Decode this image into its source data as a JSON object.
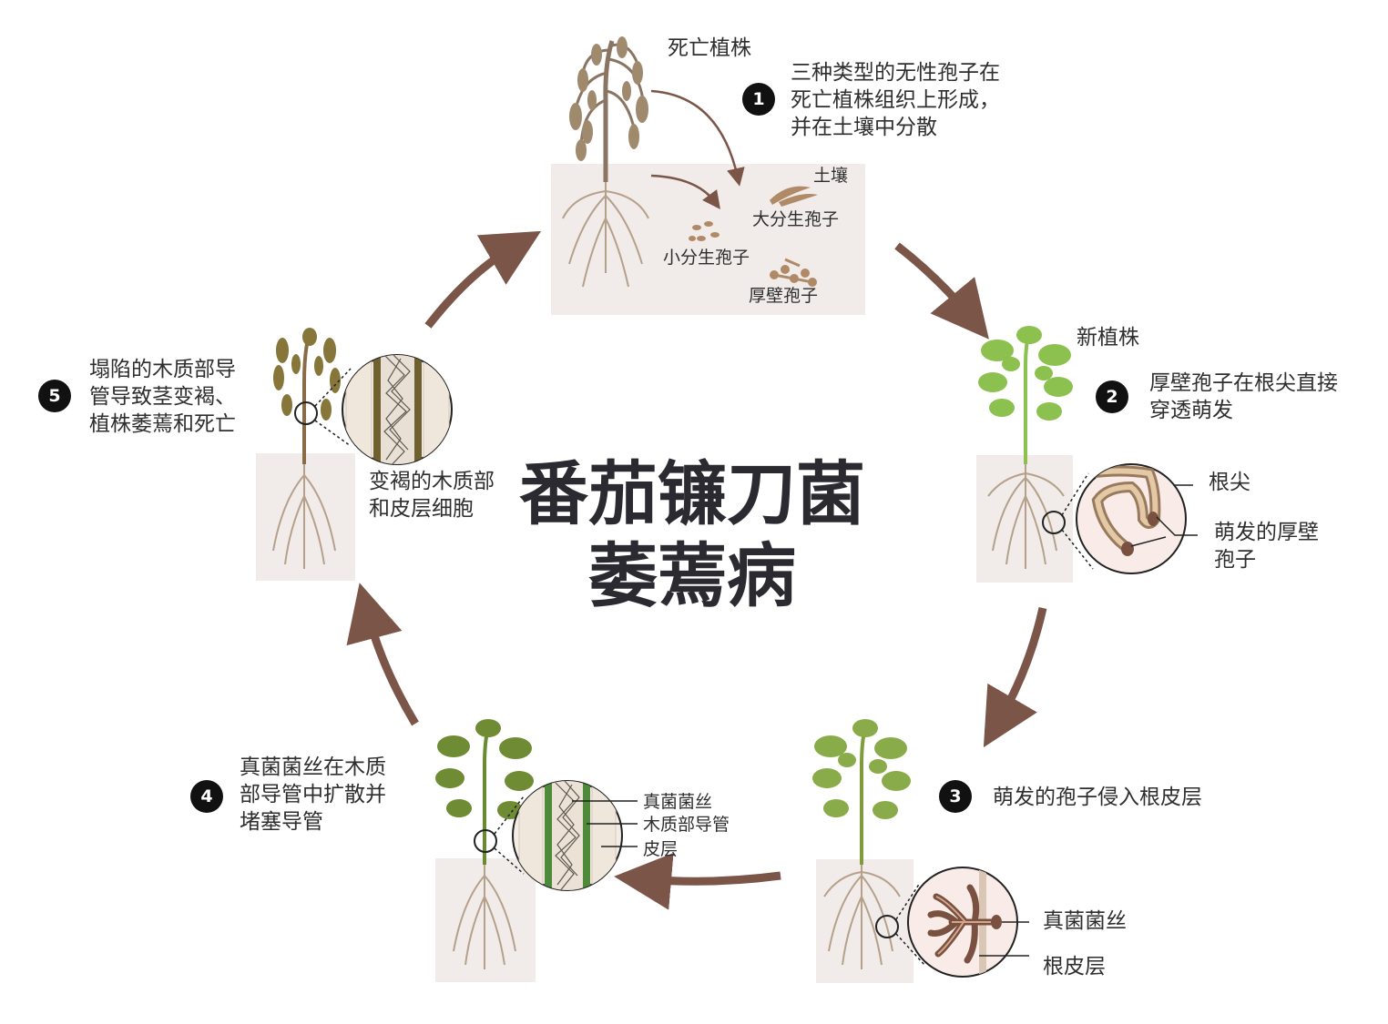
{
  "title": {
    "line1": "番茄镰刀菌",
    "line2": "萎蔫病"
  },
  "colors": {
    "arrow": "#7a5548",
    "soil_box": "#f1ecea",
    "dead_plant": "#8a7563",
    "healthy_leaf": "#8cc04f",
    "green_leaf_dark": "#6a8a2f",
    "root": "#b5a08a",
    "xylem_green": "#4f8a3a",
    "brown_xylem": "#6f6030",
    "hypha": "#7a5141",
    "background": "#ffffff"
  },
  "steps": [
    {
      "num": "1",
      "text": [
        "三种类型的无性孢子在",
        "死亡植株组织上形成，",
        "并在土壤中分散"
      ]
    },
    {
      "num": "2",
      "text": [
        "厚壁孢子在根尖直接",
        "穿透萌发"
      ]
    },
    {
      "num": "3",
      "text": [
        "萌发的孢子侵入根皮层"
      ]
    },
    {
      "num": "4",
      "text": [
        "真菌菌丝在木质",
        "部导管中扩散并",
        "堵塞导管"
      ]
    },
    {
      "num": "5",
      "text": [
        "塌陷的木质部导",
        "管导致茎变褐、",
        "植株萎蔫和死亡"
      ]
    }
  ],
  "labels": {
    "dead_plant": "死亡植株",
    "soil": "土壤",
    "macroconidia": "大分生孢子",
    "microconidia": "小分生孢子",
    "chlamydospores": "厚壁孢子",
    "new_plant": "新植株",
    "root_tip": "根尖",
    "germinated_chlamydospore": [
      "萌发的厚壁",
      "孢子"
    ],
    "hyphae_3": "真菌菌丝",
    "cortex_3": "根皮层",
    "hyphae_4": "真菌菌丝",
    "xylem_4": "木质部导管",
    "cortex_4": "皮层",
    "browned": [
      "变褐的木质部",
      "和皮层细胞"
    ]
  },
  "icons": [
    "cycle-arrow-icon",
    "dead-plant-icon",
    "healthy-plant-icon",
    "wilting-plant-icon",
    "magnifier-circle-icon",
    "spore-icon"
  ]
}
